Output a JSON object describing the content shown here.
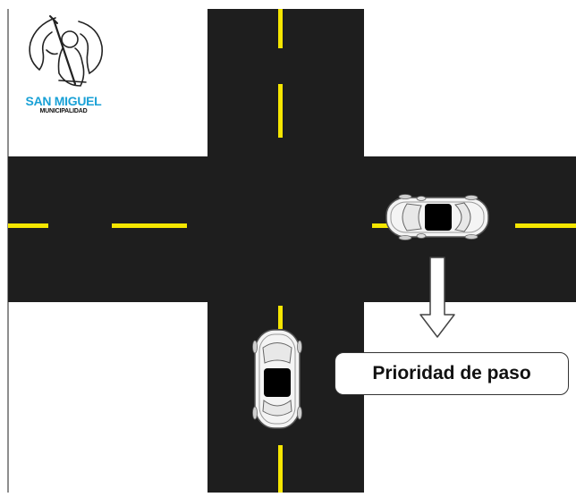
{
  "logo": {
    "name": "SAN MIGUEL",
    "subtitle": "MUNICIPALIDAD",
    "name_color": "#1aa1d6"
  },
  "callout": {
    "text": "Prioridad de paso"
  },
  "colors": {
    "road": "#1e1e1e",
    "lane_marking": "#f5e600",
    "background": "#ffffff",
    "car_body": "#f4f4f4",
    "car_outline": "#555555",
    "car_window": "#000000"
  },
  "icons": [
    "san-miguel-angel-logo",
    "car-top-view",
    "down-arrow"
  ]
}
